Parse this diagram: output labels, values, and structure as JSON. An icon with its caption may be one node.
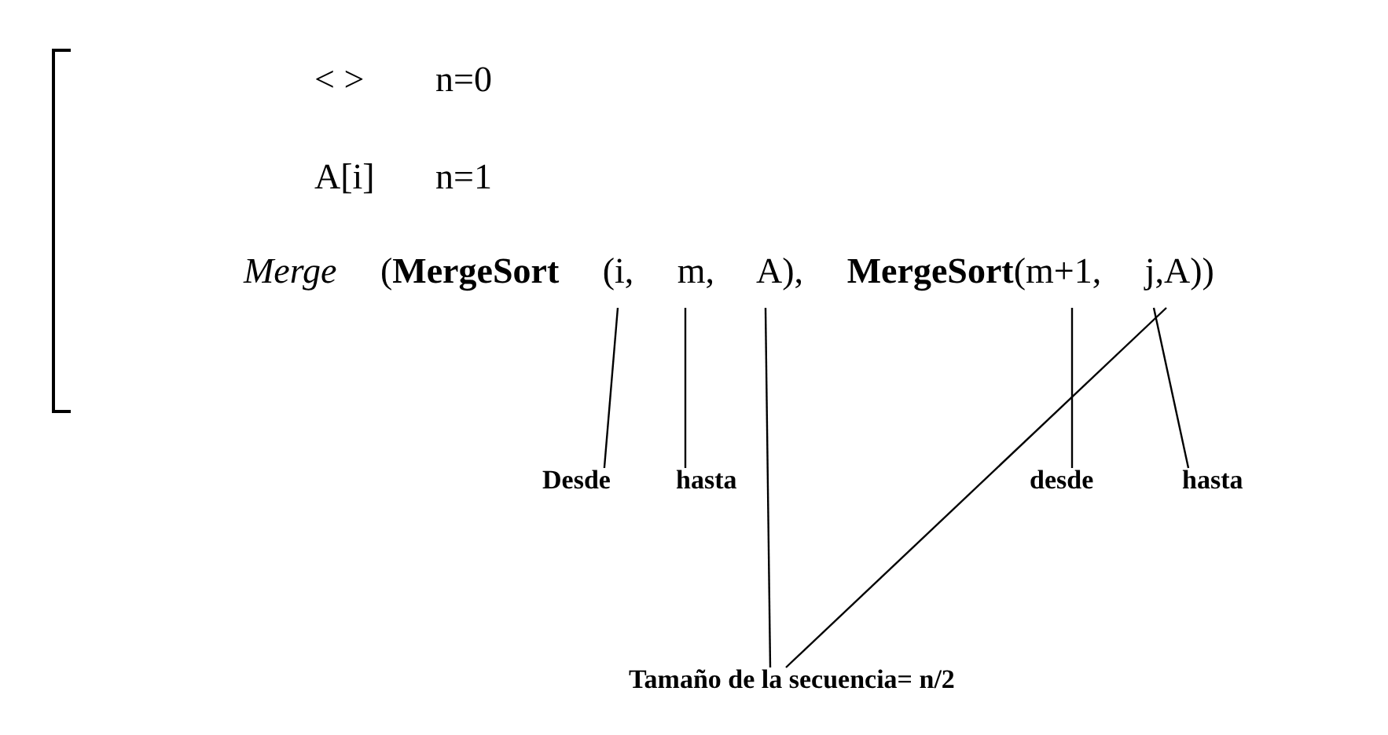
{
  "diagram": {
    "nodes": [
      {
        "text": [
          "Desde"
        ]
      },
      {
        "text": [
          "hasta"
        ]
      },
      {
        "text": [
          "desde"
        ]
      },
      {
        "text": [
          "hasta"
        ]
      },
      {
        "text": [
          "Tamaño de la secuencia= n/2"
        ]
      }
    ],
    "edges": [
      {
        "from": 0,
        "to": null,
        "arrow": "none"
      },
      {
        "from": 1,
        "to": null,
        "arrow": "none"
      },
      {
        "from": 2,
        "to": null,
        "arrow": "none"
      },
      {
        "from": 3,
        "to": null,
        "arrow": "none"
      },
      {
        "from": 4,
        "to": null,
        "arrow": "none"
      },
      {
        "from": 4,
        "to": null,
        "arrow": "none"
      }
    ],
    "labels": [
      "< >",
      "n=0",
      "A[i]",
      "n=1",
      "*Merge* (**MergeSort** (i, m, A), **MergeSort**(m+1, j,A))"
    ]
  }
}
